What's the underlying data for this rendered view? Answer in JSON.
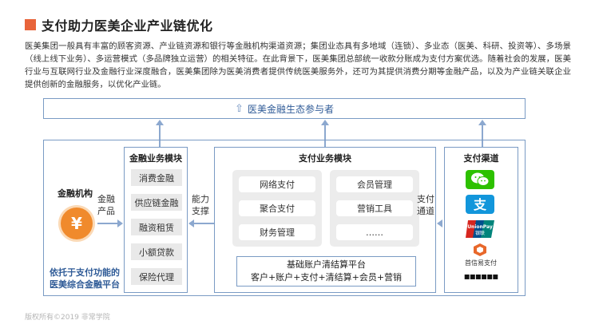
{
  "title": "支付助力医美企业产业链优化",
  "intro_text": "医美集团一般具有丰富的顾客资源、产业链资源和银行等金融机构渠道资源；集团业态具有多地域（连锁）、多业态（医美、科研、投资等）、多场景（线上线下业务）、多运营模式（多品牌独立运营）的相关特征。在此背景下，医美集团总部统一收款分账成为支付方案优选。随着社会的发展，医美行业与互联网行业及金融行业深度融合，医美集团除为医美消费者提供传统医美服务外，还可为其提供消费分期等金融产品，以及为产业链关联企业提供创新的金融服务，以优化产业链。",
  "ecosystem": {
    "label": "医美金融生态参与者"
  },
  "institution": {
    "label": "金融机构",
    "symbol": "¥",
    "product_label_1": "金融",
    "product_label_2": "产品"
  },
  "platform_caption_1": "依托于支付功能的",
  "platform_caption_2": "医美综合金融平台",
  "finance_module": {
    "title": "金融业务模块",
    "items": [
      "消费金融",
      "供应链金融",
      "融资租赁",
      "小额贷款",
      "保险代理"
    ]
  },
  "capability": {
    "line1": "能力",
    "line2": "支撑"
  },
  "payment_module": {
    "title": "支付业务模块",
    "left_items": [
      "网络支付",
      "聚合支付",
      "财务管理"
    ],
    "right_items": [
      "会员管理",
      "营销工具",
      "……"
    ],
    "settlement": {
      "title": "基础账户清结算平台",
      "subtitle": "客户+账户+支付+清结算+会员+营销"
    }
  },
  "channel_link": {
    "line1": "支付",
    "line2": "通道"
  },
  "channel_module": {
    "title": "支付渠道",
    "icons": [
      "wechat-pay-icon",
      "alipay-icon",
      "unionpay-icon",
      "shoufuxin-icon"
    ],
    "unionpay_text": "UnionPay",
    "unionpay_cn": "银联",
    "shoufuxin_label": "首信易支付",
    "more": "▪▪▪▪▪▪",
    "colors": {
      "wechat": "#2dc100",
      "alipay": "#1296db",
      "unionpay_red": "#d7261f",
      "unionpay_blue": "#00508e",
      "unionpay_green": "#00847b",
      "shoufuxin": "#e8682b"
    }
  },
  "accent_color": "#e8643a",
  "line_color": "#7a9bc4",
  "footer": "版权所有©2019 非常学院"
}
